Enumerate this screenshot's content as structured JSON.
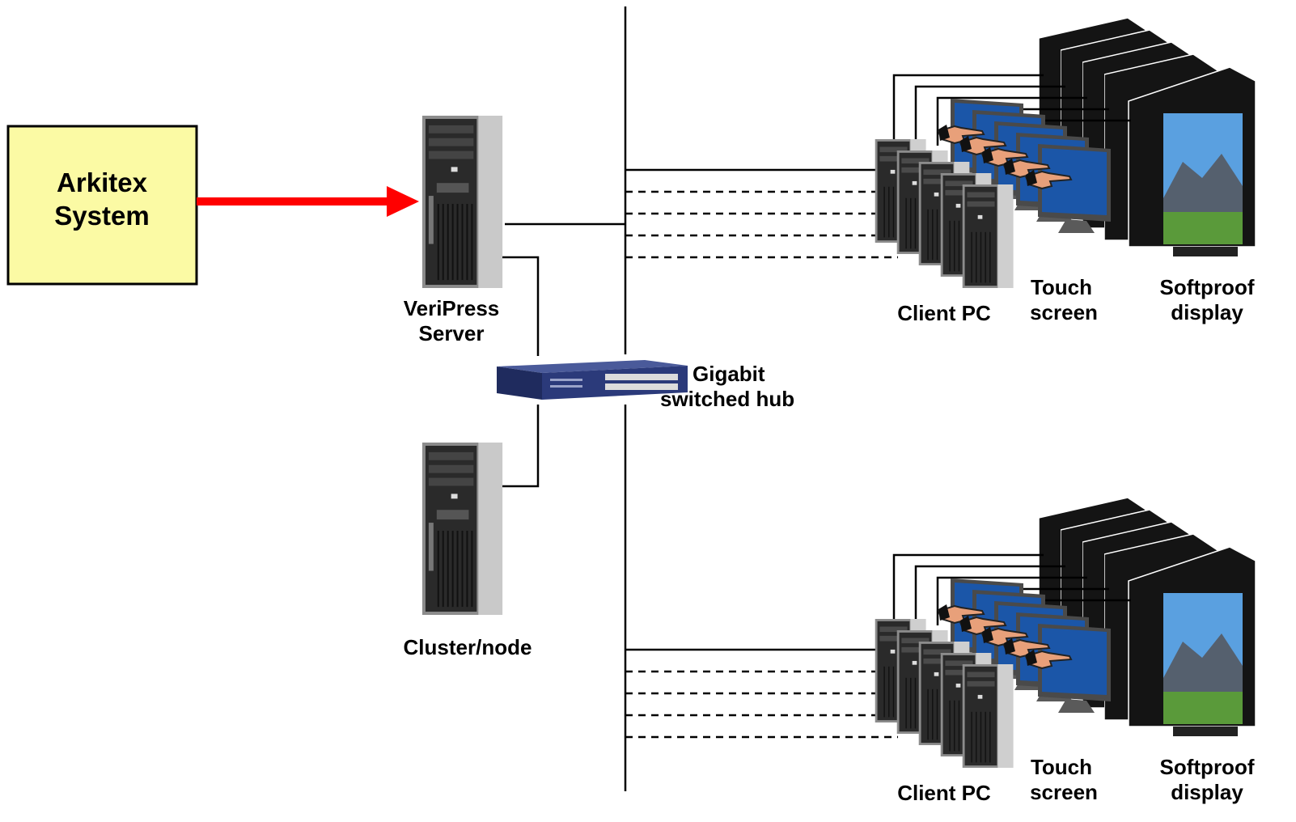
{
  "source_box": {
    "line1": "Arkitex",
    "line2": "System",
    "fill": "#FBFAA4"
  },
  "server": {
    "line1": "VeriPress",
    "line2": "Server"
  },
  "cluster": {
    "label": "Cluster/node"
  },
  "hub": {
    "line1": "Gigabit",
    "line2": "switched hub"
  },
  "client_groups": [
    {
      "client_pc": "Client PC",
      "touch_line1": "Touch",
      "touch_line2": "screen",
      "softproof_line1": "Softproof",
      "softproof_line2": "display"
    },
    {
      "client_pc": "Client PC",
      "touch_line1": "Touch",
      "touch_line2": "screen",
      "softproof_line1": "Softproof",
      "softproof_line2": "display"
    }
  ],
  "colors": {
    "arrow": "#FF0000",
    "screen": "#1B56A8",
    "hub_body": "#2B3A7A"
  },
  "icons": [
    "server-tower-icon",
    "network-switch-icon",
    "desktop-pc-icon",
    "touch-monitor-icon",
    "pointing-hand-icon",
    "softproof-monitor-icon"
  ]
}
